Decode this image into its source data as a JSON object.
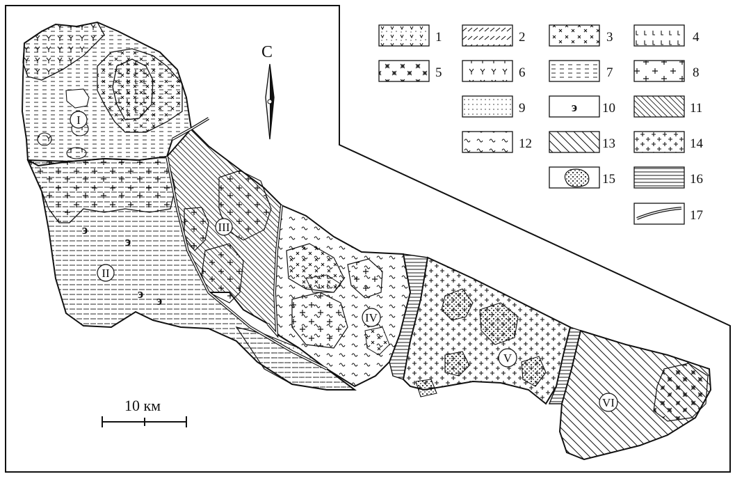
{
  "north_label": "С",
  "scale_label": "10 км",
  "domain_labels": [
    "I",
    "II",
    "III",
    "IV",
    "V",
    "VI"
  ],
  "legend": [
    {
      "num": "1"
    },
    {
      "num": "2"
    },
    {
      "num": "3"
    },
    {
      "num": "4"
    },
    {
      "num": "5"
    },
    {
      "num": "6"
    },
    {
      "num": "7"
    },
    {
      "num": "8"
    },
    {
      "num": "9"
    },
    {
      "num": "10",
      "symbol": "э"
    },
    {
      "num": "11"
    },
    {
      "num": "12"
    },
    {
      "num": "13"
    },
    {
      "num": "14"
    },
    {
      "num": "15"
    },
    {
      "num": "16"
    },
    {
      "num": "17"
    }
  ],
  "colors": {
    "ink": "#111111",
    "paper": "#ffffff",
    "stipple": "#555555"
  }
}
